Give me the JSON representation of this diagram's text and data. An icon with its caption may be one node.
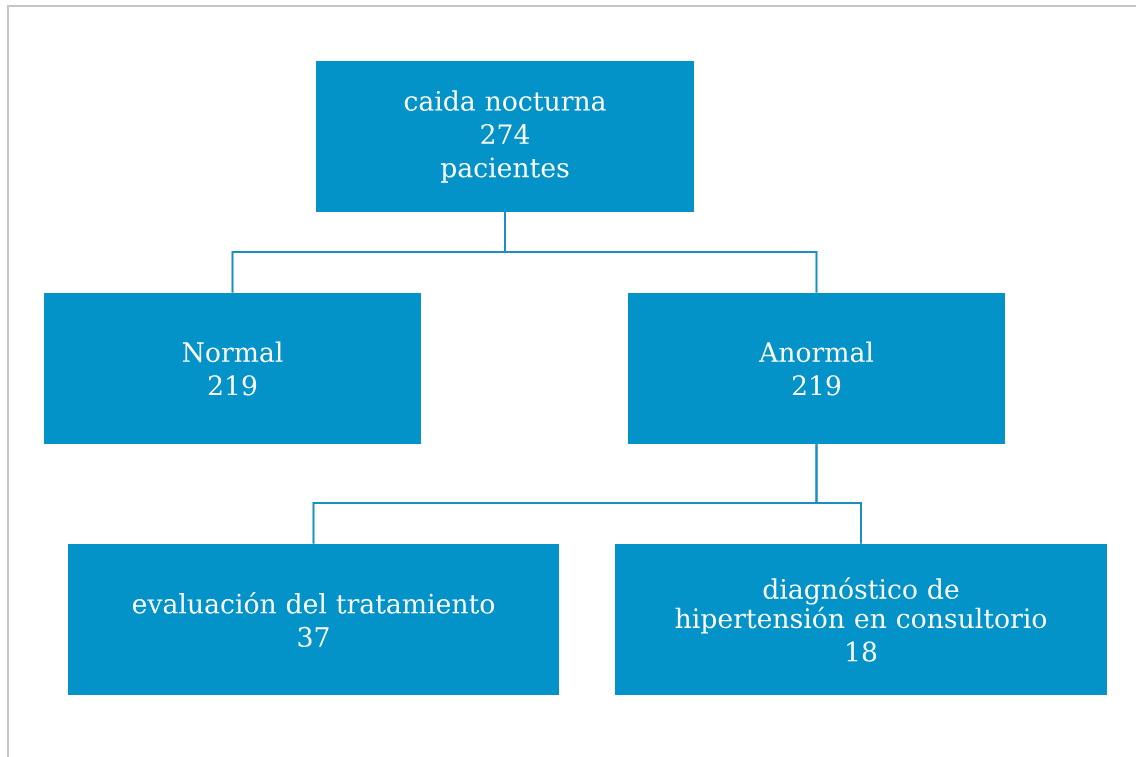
{
  "diagram": {
    "nodes": [
      {
        "text": [
          "caida nocturna",
          "274",
          "pacientes"
        ]
      },
      {
        "text": [
          "Normal",
          "219"
        ]
      },
      {
        "text": [
          "Anormal",
          "219"
        ]
      },
      {
        "text": [
          "evaluación del tratamiento",
          "37"
        ]
      },
      {
        "text": [
          "diagnóstico de hipertensión en consultorio",
          "18"
        ]
      }
    ],
    "edges": [
      {
        "from": 0,
        "to": 1,
        "arrow": "none"
      },
      {
        "from": 0,
        "to": 2,
        "arrow": "none"
      },
      {
        "from": 2,
        "to": 3,
        "arrow": "none"
      },
      {
        "from": 2,
        "to": 4,
        "arrow": "none"
      }
    ]
  }
}
